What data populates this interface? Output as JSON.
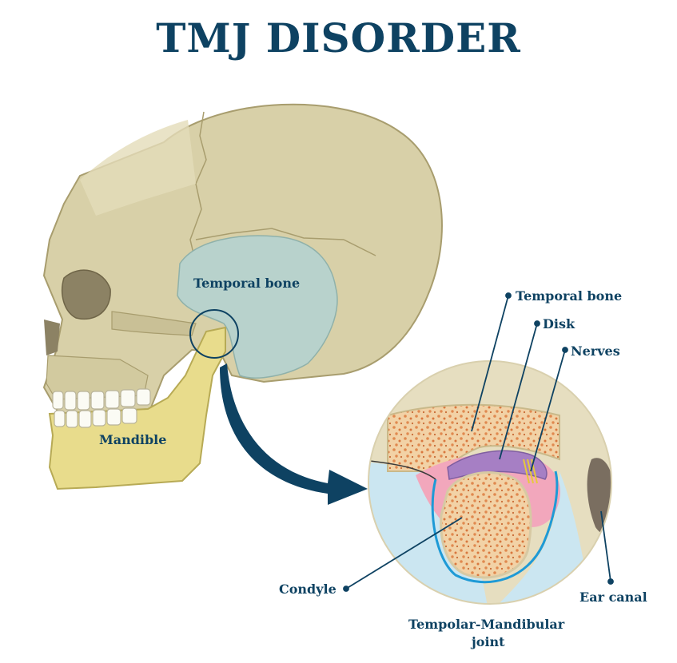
{
  "title": "TMJ DISORDER",
  "labels": {
    "temporal_bone_skull": "Temporal bone",
    "mandible": "Mandible",
    "temporal_bone_detail": "Temporal bone",
    "disk": "Disk",
    "nerves": "Nerves",
    "condyle": "Condyle",
    "ear_canal": "Ear canal",
    "joint_line1": "Tempolar-Mandibular",
    "joint_line2": "joint"
  },
  "colors": {
    "ink": "#0e4262",
    "skull": "#d8d0a8",
    "temporal_region": "#b8d2cc",
    "mandible": "#e8dc8c",
    "detail_background": "#e6dec0",
    "soft_tissue_blue": "#cbe6f1",
    "bone_marrow": "#e0894f",
    "disk": "#a67fc4",
    "cartilage": "#f2a7bc",
    "ear_canal": "#7a6e60"
  },
  "icons": [
    "zoom-arrow-icon",
    "magnifier-ring-icon"
  ]
}
